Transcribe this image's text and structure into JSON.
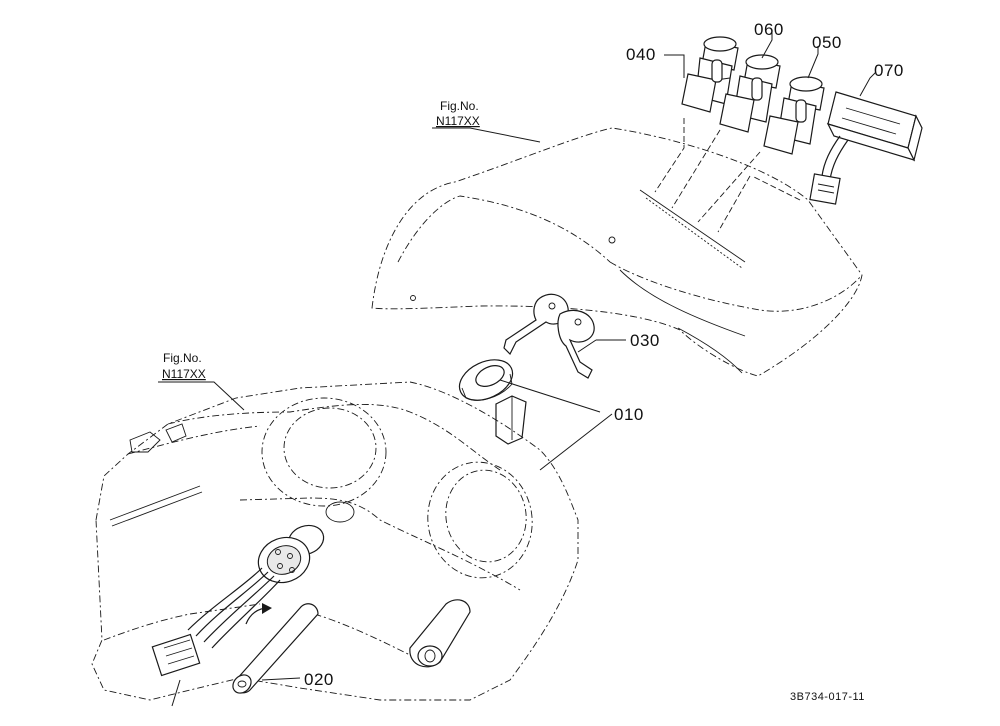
{
  "callouts": {
    "p010": "010",
    "p020": "020",
    "p030": "030",
    "p040": "040",
    "p050": "050",
    "p060": "060",
    "p070": "070"
  },
  "fig_refs": {
    "top": {
      "label": "Fig.No.",
      "number": "N117XX"
    },
    "left": {
      "label": "Fig.No.",
      "number": "N117XX"
    }
  },
  "drawing_code": "3B734-017-11"
}
